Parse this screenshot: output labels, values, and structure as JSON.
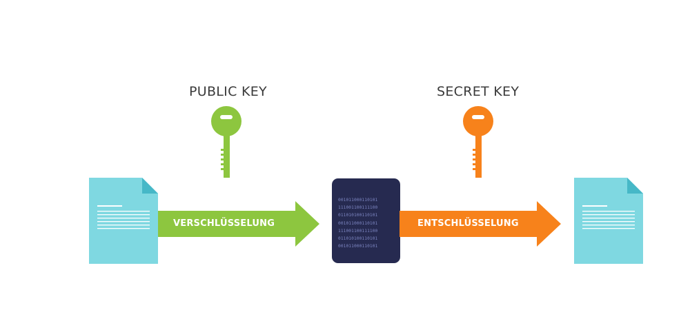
{
  "keys": {
    "public_label": "PUBLIC KEY",
    "secret_label": "SECRET KEY"
  },
  "arrows": {
    "encrypt_label": "VERSCHLÜSSELUNG",
    "decrypt_label": "ENTSCHLÜSSELUNG"
  },
  "ciphertext": {
    "lines": [
      "001011000110101",
      "111001100111100",
      "011010100110101",
      "001011000110101",
      "111001100111100",
      "011010100110101",
      "001011000110101"
    ]
  },
  "colors": {
    "public_key": "#8dc63f",
    "secret_key": "#f7821b",
    "document": "#7fd8e1",
    "document_fold": "#46b8c7",
    "encrypt_arrow": "#8dc63f",
    "decrypt_arrow": "#f7821b",
    "cipher_block": "#262a50"
  },
  "icons": {
    "public_key": "key-icon",
    "secret_key": "key-icon",
    "plaintext": "document-icon",
    "decrypted": "document-icon"
  }
}
